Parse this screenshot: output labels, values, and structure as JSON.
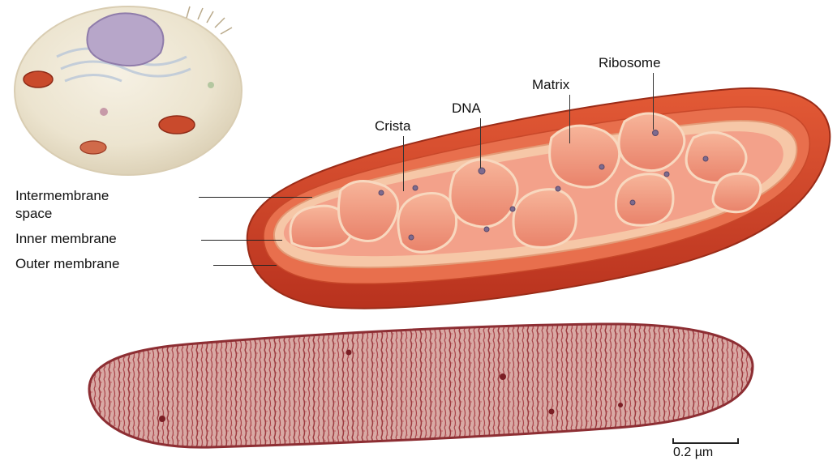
{
  "labels": {
    "intermembrane_space_line1": "Intermembrane",
    "intermembrane_space_line2": "space",
    "inner_membrane": "Inner membrane",
    "outer_membrane": "Outer  membrane",
    "crista": "Crista",
    "dna": "DNA",
    "matrix": "Matrix",
    "ribosome": "Ribosome"
  },
  "scale_bar": {
    "label": "0.2 µm"
  },
  "colors": {
    "outer_membrane": "#d9472a",
    "intermembrane": "#e86f4d",
    "inner_membrane": "#f6c7a7",
    "matrix": "#f3a18a",
    "cell_body": "#efe8d6",
    "nucleus": "#b7a6c9",
    "micrograph": "#b5545a"
  }
}
